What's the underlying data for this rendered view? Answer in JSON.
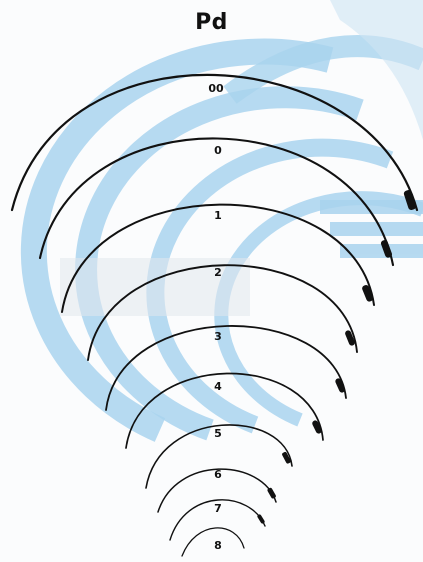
{
  "header": {
    "title": "Pd"
  },
  "needles": [
    {
      "size": "00"
    },
    {
      "size": "0"
    },
    {
      "size": "1"
    },
    {
      "size": "2"
    },
    {
      "size": "3"
    },
    {
      "size": "4"
    },
    {
      "size": "5"
    },
    {
      "size": "6"
    },
    {
      "size": "7"
    },
    {
      "size": "8"
    }
  ],
  "colors": {
    "accent": "#9fcbe8",
    "line": "#111111",
    "background": "#ffffff"
  }
}
